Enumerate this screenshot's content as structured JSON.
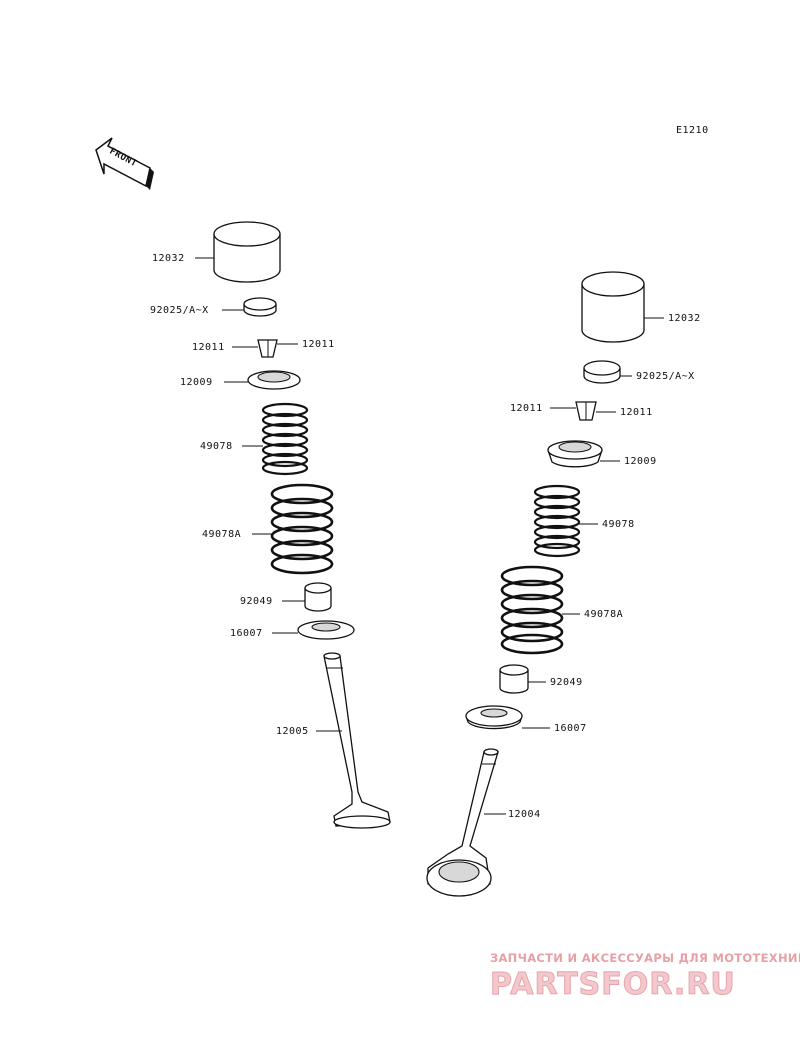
{
  "diagram_code": "E1210",
  "front_label": "FRONT",
  "watermark": {
    "tagline": "ЗАПЧАСТИ И АКСЕССУАРЫ ДЛЯ МОТОТЕХНИКИ",
    "brand": "PARTSFOR.RU"
  },
  "left_labels": {
    "tappet": "12032",
    "shim": "92025/A~X",
    "cotter_left": "12011",
    "cotter_right": "12011",
    "retainer": "12009",
    "inner_spring": "49078",
    "outer_spring": "49078A",
    "seal": "92049",
    "seat": "16007",
    "valve": "12005"
  },
  "right_labels": {
    "tappet": "12032",
    "shim": "92025/A~X",
    "cotter_left": "12011",
    "cotter_right": "12011",
    "retainer": "12009",
    "inner_spring": "49078",
    "outer_spring": "49078A",
    "seal": "92049",
    "seat": "16007",
    "valve": "12004"
  },
  "colors": {
    "line": "#111111",
    "watermark": "#e8a4ab"
  }
}
